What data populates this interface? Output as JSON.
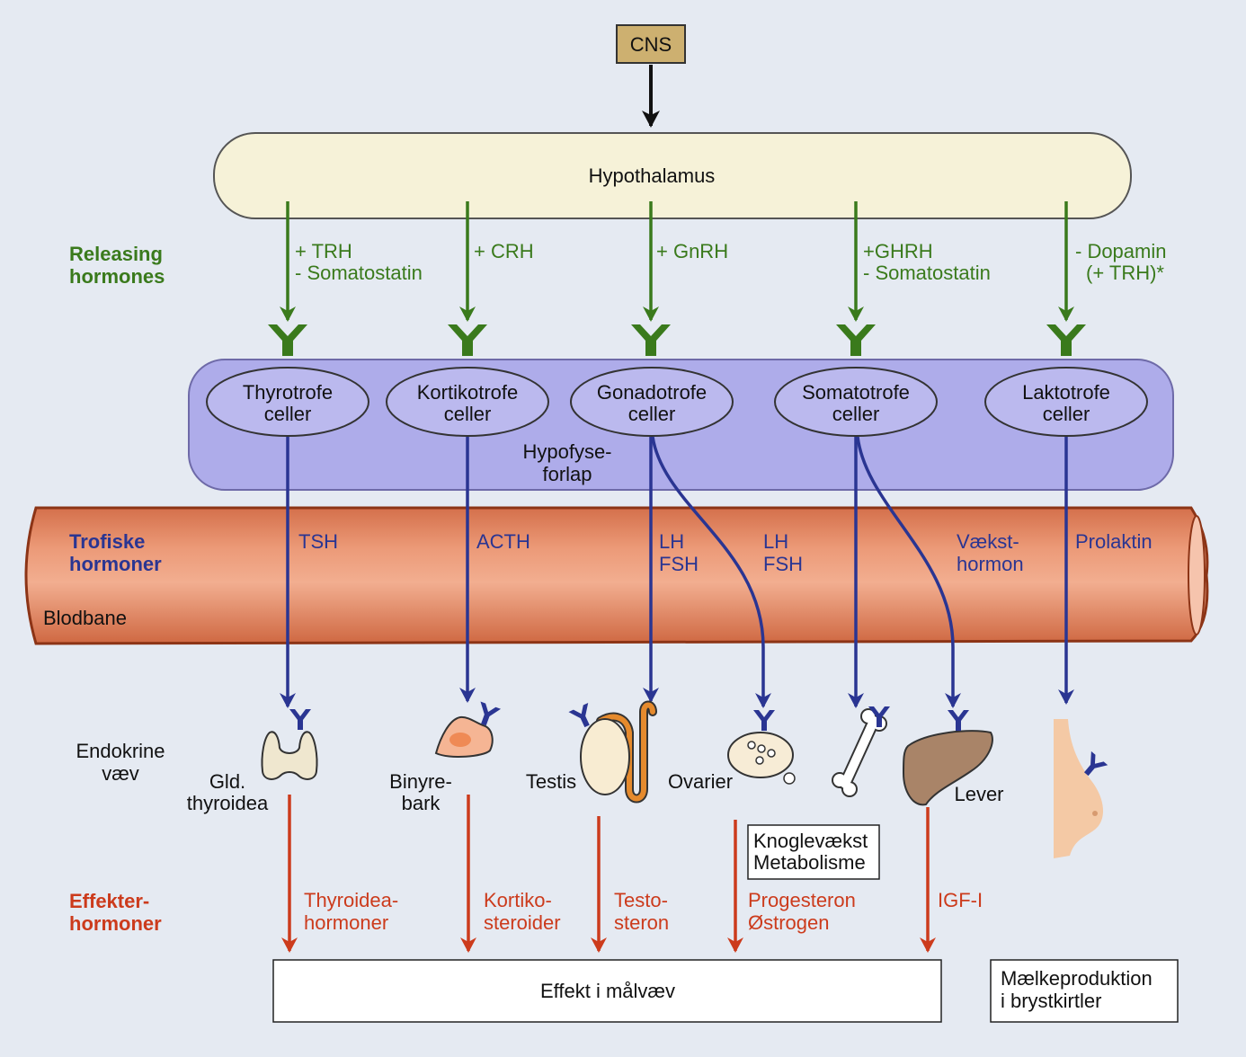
{
  "cns": "CNS",
  "hypothalamus": "Hypothalamus",
  "pituitary_label": [
    "Hypofyse-",
    "forlap"
  ],
  "row_labels": {
    "releasing": [
      "Releasing",
      "hormones"
    ],
    "trophic": [
      "Trofiske",
      "hormoner"
    ],
    "bloodstream": "Blodbane",
    "endocrine_tissue": [
      "Endokrine",
      "væv"
    ],
    "effector": [
      "Effekter-",
      "hormoner"
    ]
  },
  "releasing_hormones": [
    [
      "+ TRH",
      "- Somatostatin"
    ],
    [
      "+ CRH"
    ],
    [
      "+ GnRH"
    ],
    [
      "+GHRH",
      "- Somatostatin"
    ],
    [
      "- Dopamin",
      "(+ TRH)*"
    ]
  ],
  "pituitary_cells": [
    [
      "Thyrotrofe",
      "celler"
    ],
    [
      "Kortikotrofe",
      "celler"
    ],
    [
      "Gonadotrofe",
      "celler"
    ],
    [
      "Somatotrofe",
      "celler"
    ],
    [
      "Laktotrofe",
      "celler"
    ]
  ],
  "trophic_hormones": [
    [
      "TSH"
    ],
    [
      "ACTH"
    ],
    [
      "LH",
      "FSH"
    ],
    [
      "LH",
      "FSH"
    ],
    [
      "Vækst-",
      "hormon"
    ],
    [
      "Prolaktin"
    ]
  ],
  "endocrine_tissues": [
    [
      "Gld.",
      "thyroidea"
    ],
    [
      "Binyre-",
      "bark"
    ],
    [
      "Testis"
    ],
    [
      "Ovarier"
    ],
    [
      "Lever"
    ]
  ],
  "bone_effect": [
    "Knoglevækst",
    "Metabolisme"
  ],
  "effector_hormones": [
    [
      "Thyroidea-",
      "hormoner"
    ],
    [
      "Kortiko-",
      "steroider"
    ],
    [
      "Testo-",
      "steron"
    ],
    [
      "Progesteron",
      "Østrogen"
    ],
    [
      "IGF-I"
    ]
  ],
  "target_effect": "Effekt i målvæv",
  "milk_effect": [
    "Mælkeproduktion",
    "i brystkirtler"
  ],
  "icons": [
    "receptor-icon",
    "thyroid-gland-icon",
    "adrenal-cortex-icon",
    "testis-icon",
    "ovary-icon",
    "bone-icon",
    "liver-icon",
    "breast-icon"
  ],
  "colors": {
    "background": "#e5eaf2",
    "releasing": "#3a7a1c",
    "trophic": "#2a3592",
    "effector": "#cc3b1c",
    "cns_fill": "#cdb070",
    "hypothalamus_fill": "#f6f2d8",
    "pituitary_fill": "#aeacea",
    "cell_fill": "#bbb9ee",
    "vessel": "#ec9a78"
  }
}
